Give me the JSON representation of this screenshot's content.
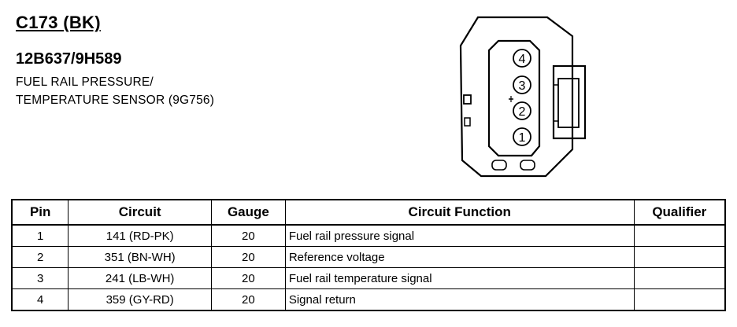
{
  "header": {
    "connector_id": "C173 (BK)",
    "part_number": "12B637/9H589",
    "description_line1": "FUEL RAIL PRESSURE/",
    "description_line2": "TEMPERATURE SENSOR (9G756)"
  },
  "connector": {
    "pins": [
      "4",
      "3",
      "2",
      "1"
    ]
  },
  "table": {
    "headers": {
      "pin": "Pin",
      "circuit": "Circuit",
      "gauge": "Gauge",
      "function": "Circuit Function",
      "qualifier": "Qualifier"
    },
    "rows": [
      {
        "pin": "1",
        "circuit": "141 (RD-PK)",
        "gauge": "20",
        "function": "Fuel rail pressure signal",
        "qualifier": ""
      },
      {
        "pin": "2",
        "circuit": "351 (BN-WH)",
        "gauge": "20",
        "function": "Reference voltage",
        "qualifier": ""
      },
      {
        "pin": "3",
        "circuit": "241 (LB-WH)",
        "gauge": "20",
        "function": "Fuel rail temperature signal",
        "qualifier": ""
      },
      {
        "pin": "4",
        "circuit": "359 (GY-RD)",
        "gauge": "20",
        "function": "Signal return",
        "qualifier": ""
      }
    ]
  }
}
